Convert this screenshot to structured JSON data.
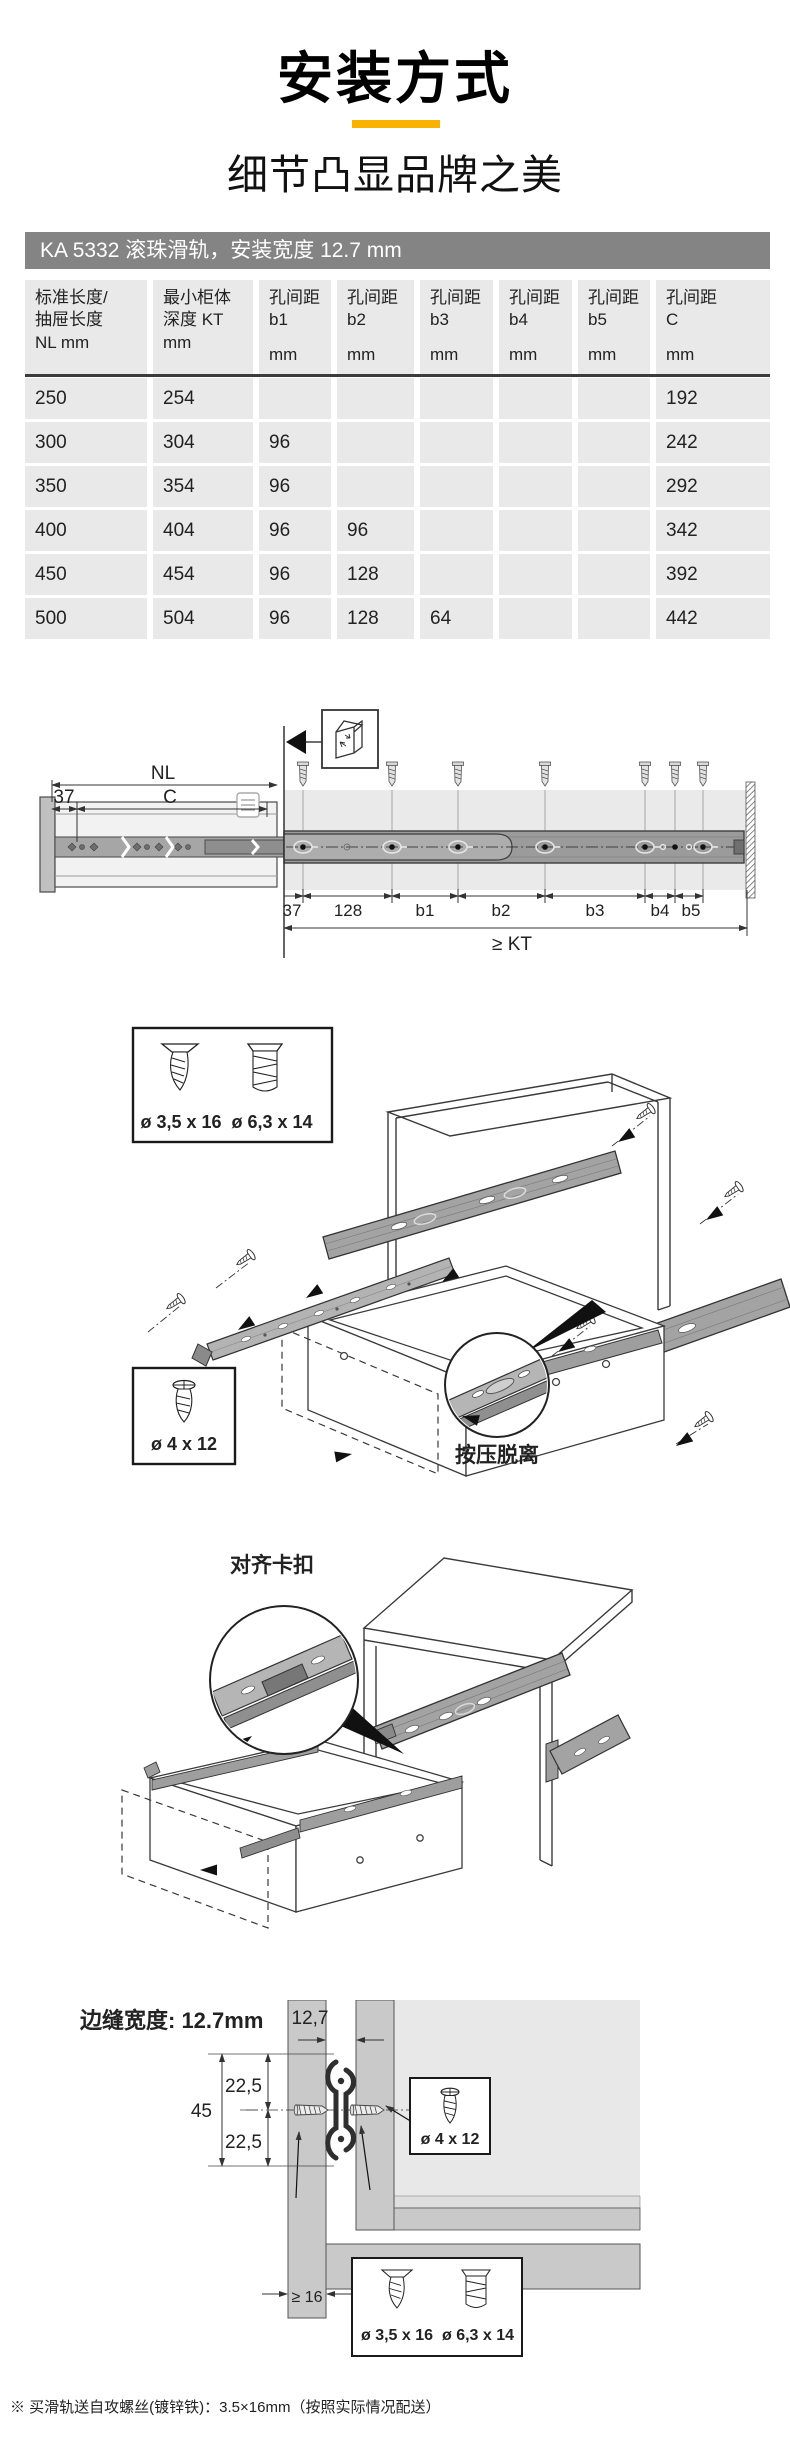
{
  "header": {
    "title": "安装方式",
    "subtitle": "细节凸显品牌之美",
    "banner": "KA 5332 滚珠滑轨，安装宽度 12.7 mm"
  },
  "colors": {
    "accent": "#F9B200",
    "banner_bg": "#848484",
    "cell_bg": "#e9e9e9",
    "rail_gray": "#a3a3a3",
    "panel_gray": "#c9c9c9",
    "band_gray": "#eaeaea"
  },
  "table": {
    "headers": [
      {
        "l1": "标准长度/",
        "l2": "抽屉长度",
        "l3": "NL mm"
      },
      {
        "l1": "最小柜体",
        "l2": "深度 KT",
        "l3": "mm"
      },
      {
        "l1": "孔间距",
        "l2": "b1",
        "l3": "mm"
      },
      {
        "l1": "孔间距",
        "l2": "b2",
        "l3": "mm"
      },
      {
        "l1": "孔间距",
        "l2": "b3",
        "l3": "mm"
      },
      {
        "l1": "孔间距",
        "l2": "b4",
        "l3": "mm"
      },
      {
        "l1": "孔间距",
        "l2": "b5",
        "l3": "mm"
      },
      {
        "l1": "孔间距",
        "l2": "C",
        "l3": "mm"
      }
    ],
    "rows": [
      [
        "250",
        "254",
        "",
        "",
        "",
        "",
        "",
        "192"
      ],
      [
        "300",
        "304",
        "96",
        "",
        "",
        "",
        "",
        "242"
      ],
      [
        "350",
        "354",
        "96",
        "",
        "",
        "",
        "",
        "292"
      ],
      [
        "400",
        "404",
        "96",
        "96",
        "",
        "",
        "",
        "342"
      ],
      [
        "450",
        "454",
        "96",
        "128",
        "",
        "",
        "",
        "392"
      ],
      [
        "500",
        "504",
        "96",
        "128",
        "64",
        "",
        "",
        "442"
      ]
    ]
  },
  "tech": {
    "labels": {
      "nl": "NL",
      "c": "C",
      "d37": "37",
      "d128": "128",
      "b1": "b1",
      "b2": "b2",
      "b3": "b3",
      "b4": "b4",
      "b5": "b5",
      "kt": "≥ KT"
    }
  },
  "iso1": {
    "screw_small": "ø 3,5 x 16",
    "screw_big": "ø 6,3 x 14",
    "screw_drawer": "ø 4 x 12",
    "callout": "按压脱离"
  },
  "iso2": {
    "callout": "对齐卡扣"
  },
  "detail": {
    "title": "边缝宽度: 12.7mm",
    "gap": "12,7",
    "upper": "22,5",
    "lower": "22,5",
    "total": "45",
    "depth": "≥ 16",
    "screw_drawer": "ø 4 x 12",
    "screw_small": "ø 3,5 x 16",
    "screw_big": "ø 6,3 x 14"
  },
  "footer": {
    "note": "※ 买滑轨送自攻螺丝(镀锌铁)：3.5×16mm（按照实际情况配送）"
  }
}
